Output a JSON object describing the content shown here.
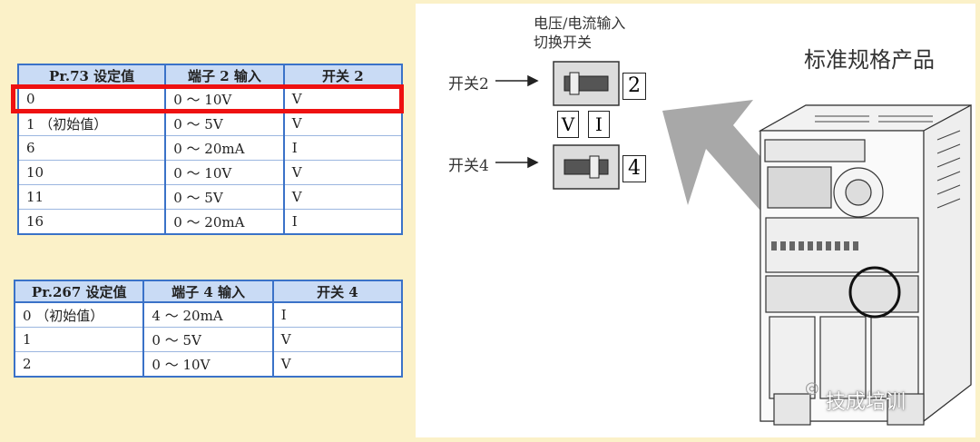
{
  "table1": {
    "headers": [
      "Pr.73 设定值",
      "端子 2 输入",
      "开关 2"
    ],
    "rows": [
      [
        "0",
        "0 ～ 10V",
        "V"
      ],
      [
        "1 （初始值）",
        "0 ～ 5V",
        "V"
      ],
      [
        "6",
        "0 ～ 20mA",
        "I"
      ],
      [
        "10",
        "0 ～ 10V",
        "V"
      ],
      [
        "11",
        "0 ～ 5V",
        "V"
      ],
      [
        "16",
        "0 ～ 20mA",
        "I"
      ]
    ]
  },
  "table2": {
    "headers": [
      "Pr.267 设定值",
      "端子 4 输入",
      "开关 4"
    ],
    "rows": [
      [
        "0 （初始值）",
        "4 ～ 20mA",
        "I"
      ],
      [
        "1",
        "0 ～ 5V",
        "V"
      ],
      [
        "2",
        "0 ～ 10V",
        "V"
      ]
    ]
  },
  "diagram": {
    "title_line1": "电压/电流输入",
    "title_line2": "切换开关",
    "product_label": "标准规格产品",
    "switch2_label": "开关2",
    "switch4_label": "开关4",
    "switch2_number": "2",
    "switch4_number": "4",
    "v_label": "V",
    "i_label": "I"
  },
  "watermark": "技成培训",
  "colors": {
    "highlight": "#ee1111",
    "table_border": "#3a72c8",
    "header_fill": "#c9dbf5",
    "background": "#fbf1c8"
  }
}
